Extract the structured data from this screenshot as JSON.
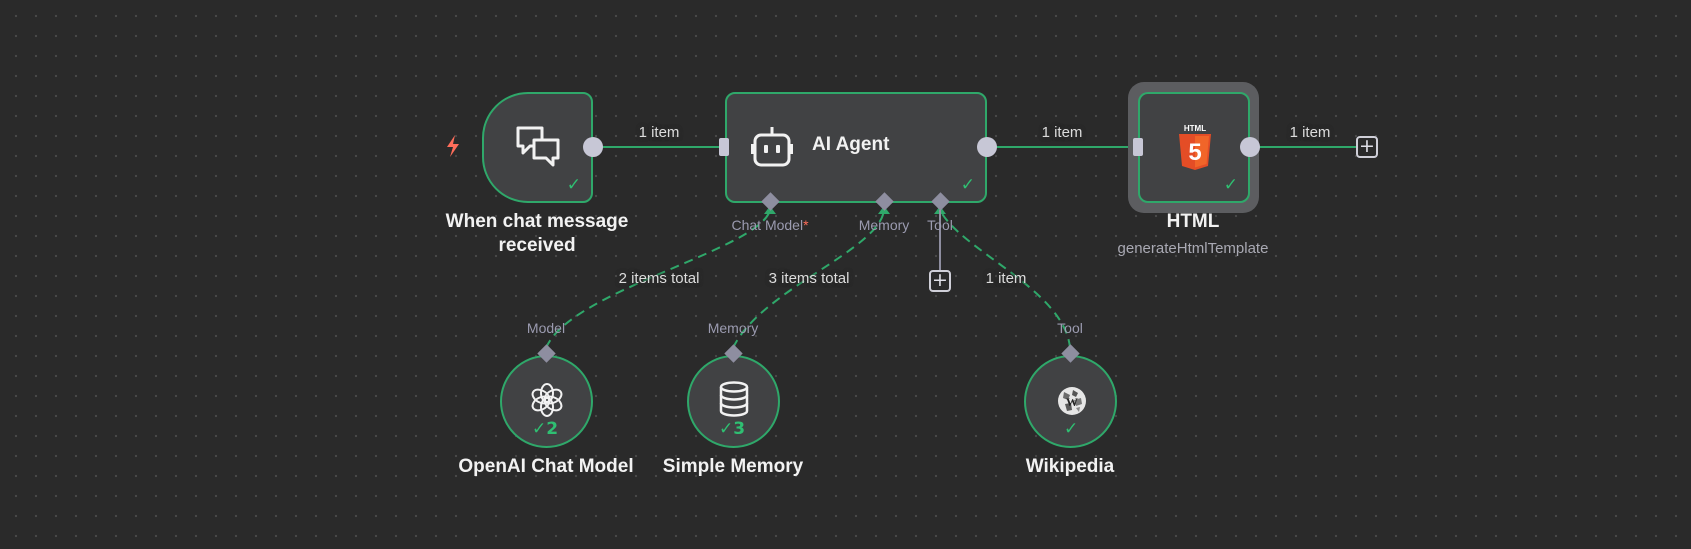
{
  "colors": {
    "canvas": "#2a2a2a",
    "node_fill": "#414244",
    "success": "#2fa86a",
    "port": "#c7c7d6",
    "required": "#ff6d5a",
    "html_orange": "#e44d26"
  },
  "nodes": {
    "trigger": {
      "title_line1": "When chat message",
      "title_line2": "received",
      "icon": "chat-bubbles-icon",
      "trigger_icon": "lightning-bolt-icon"
    },
    "agent": {
      "title": "AI Agent",
      "icon": "robot-icon"
    },
    "html": {
      "title": "HTML",
      "subtitle": "generateHtmlTemplate",
      "icon": "html5-icon",
      "badge_text": "HTML",
      "shield_text": "5"
    },
    "openai": {
      "title": "OpenAI Chat Model",
      "icon": "openai-icon",
      "run_count": "2"
    },
    "memory": {
      "title": "Simple Memory",
      "icon": "database-icon",
      "run_count": "3"
    },
    "wikipedia": {
      "title": "Wikipedia",
      "icon": "wikipedia-globe-icon"
    }
  },
  "ports": {
    "agent_chat_model": "Chat Model",
    "agent_chat_model_required": "*",
    "agent_memory": "Memory",
    "agent_tool": "Tool",
    "openai_out": "Model",
    "memory_out": "Memory",
    "wikipedia_out": "Tool"
  },
  "connections": {
    "trigger_to_agent": "1 item",
    "agent_to_html": "1 item",
    "html_out": "1 item",
    "model_link": "2 items total",
    "memory_link": "3 items total",
    "tool_link": "1 item"
  },
  "icons": {
    "check": "✓",
    "add": "+"
  }
}
